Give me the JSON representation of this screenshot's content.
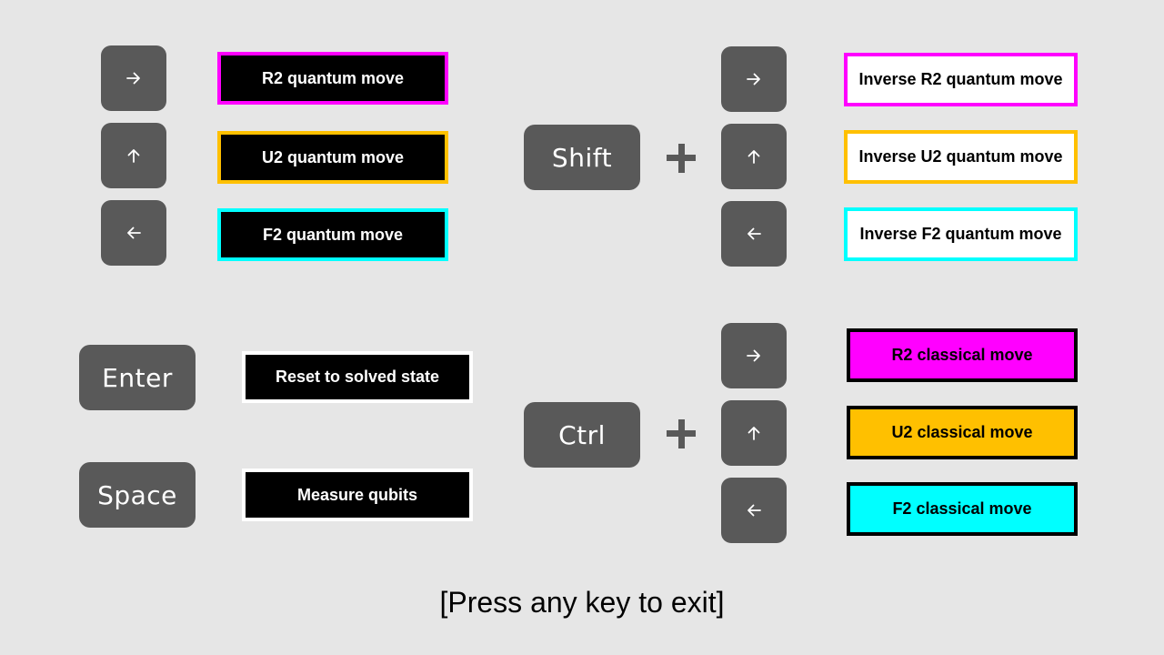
{
  "colors": {
    "background": "#e6e6e6",
    "key": "#595959",
    "r2": "#ff00ff",
    "u2": "#ffc000",
    "f2": "#00ffff"
  },
  "icons": {
    "right": "arrow-right-icon",
    "up": "arrow-up-icon",
    "left": "arrow-left-icon",
    "plus": "plus-icon"
  },
  "quantum": {
    "r2": "R2 quantum move",
    "u2": "U2 quantum move",
    "f2": "F2 quantum move"
  },
  "shift": {
    "key": "Shift",
    "r2": "Inverse R2 quantum move",
    "u2": "Inverse U2 quantum move",
    "f2": "Inverse F2 quantum move"
  },
  "enter": {
    "key": "Enter",
    "label": "Reset to solved state"
  },
  "space": {
    "key": "Space",
    "label": "Measure qubits"
  },
  "ctrl": {
    "key": "Ctrl",
    "r2": "R2 classical move",
    "u2": "U2 classical move",
    "f2": "F2 classical move"
  },
  "footer": "[Press any key to exit]"
}
